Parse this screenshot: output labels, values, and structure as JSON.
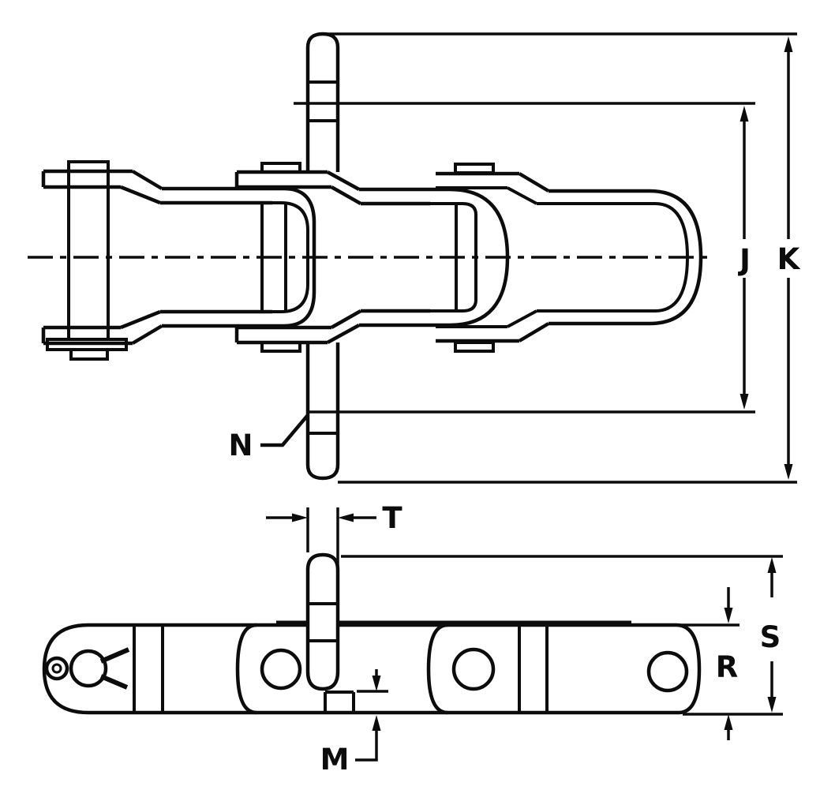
{
  "drawing": {
    "kind": "technical-line-drawing",
    "views": {
      "top_view": "chain plan view with extended pin",
      "side_view": "chain elevation view"
    },
    "colors": {
      "line": "#0c0c0c",
      "background": "#ffffff"
    }
  },
  "labels": {
    "j": "J",
    "k": "K",
    "n": "N",
    "t": "T",
    "s": "S",
    "r": "R",
    "m": "M"
  }
}
